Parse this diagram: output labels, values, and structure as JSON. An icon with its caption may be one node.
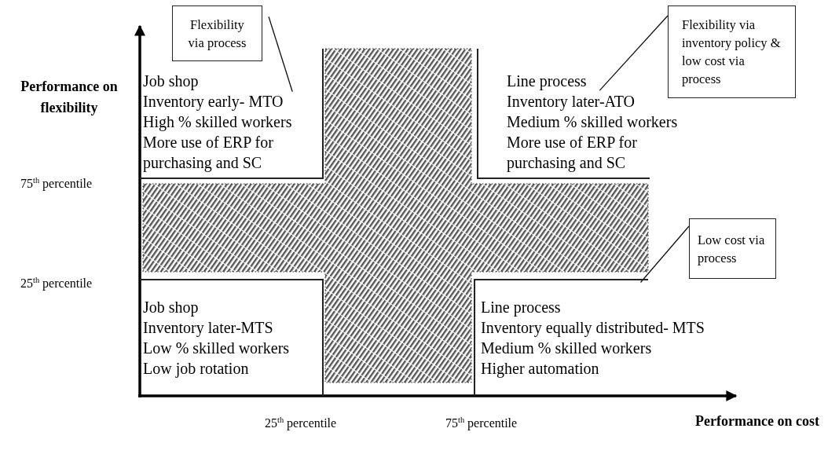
{
  "diagram": {
    "nodes": [
      {
        "text": [
          "Flexibility via process"
        ]
      },
      {
        "text": [
          "Flexibility via inventory  policy & low cost via process"
        ]
      },
      {
        "text": [
          "Job shop",
          "Inventory early- MTO",
          "High % skilled workers",
          "More use of ERP for purchasing and SC"
        ]
      },
      {
        "text": [
          "Line process",
          "Inventory later-ATO",
          "Medium % skilled workers",
          "More use of ERP for purchasing and SC"
        ]
      },
      {
        "text": [
          "Low cost via process"
        ]
      },
      {
        "text": [
          "Job shop",
          "Inventory later-MTS",
          "Low % skilled workers",
          "Low job rotation"
        ]
      },
      {
        "text": [
          "Line process",
          "Inventory equally distributed- MTS",
          "Medium % skilled workers",
          "Higher automation"
        ]
      }
    ],
    "edges": [
      {
        "from": 0,
        "to": 2,
        "arrow": "none"
      },
      {
        "from": 1,
        "to": 3,
        "arrow": "none"
      },
      {
        "from": 4,
        "to": 6,
        "arrow": "none"
      }
    ],
    "labels": [
      "Performance on flexibility",
      "75$^{th}$  percentile",
      "25$^{th}$ percentile",
      "25$^{th}$ percentile",
      "75$^{th}$  percentile",
      "Performance on cost"
    ]
  }
}
